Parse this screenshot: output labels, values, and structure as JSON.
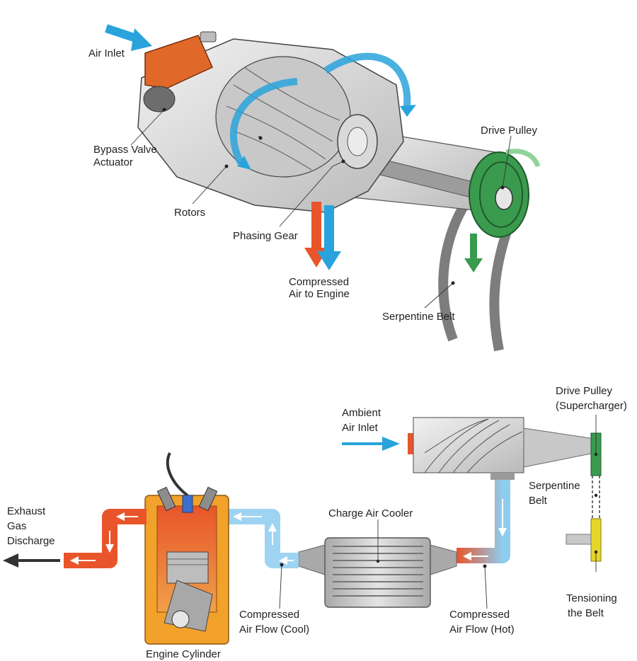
{
  "top_diagram": {
    "labels": {
      "air_inlet": "Air Inlet",
      "bypass_valve_line1": "Bypass Valve",
      "bypass_valve_line2": "Actuator",
      "rotors": "Rotors",
      "phasing_gear": "Phasing Gear",
      "compressed_air_line1": "Compressed",
      "compressed_air_line2": "Air to Engine",
      "drive_pulley": "Drive Pulley",
      "serpentine_belt": "Serpentine Belt"
    }
  },
  "bottom_diagram": {
    "labels": {
      "ambient_line1": "Ambient",
      "ambient_line2": "Air Inlet",
      "drive_pulley_line1": "Drive Pulley",
      "drive_pulley_line2": "(Supercharger)",
      "serpentine_line1": "Serpentine",
      "serpentine_line2": "Belt",
      "charge_air_cooler": "Charge Air Cooler",
      "exhaust_line1": "Exhaust",
      "exhaust_line2": "Gas",
      "exhaust_line3": "Discharge",
      "cool_line1": "Compressed",
      "cool_line2": "Air Flow (Cool)",
      "hot_line1": "Compressed",
      "hot_line2": "Air Flow (Hot)",
      "tensioning_line1": "Tensioning",
      "tensioning_line2": "the Belt",
      "engine_cylinder": "Engine Cylinder"
    }
  },
  "colors": {
    "cool_air": "#2aa3dc",
    "hot_air": "#e8552a",
    "pulley_green": "#3a9a4e",
    "belt_gray": "#7d7d7d",
    "tensioner_yellow": "#e6d62a",
    "engine_orange": "#f2a12a"
  }
}
